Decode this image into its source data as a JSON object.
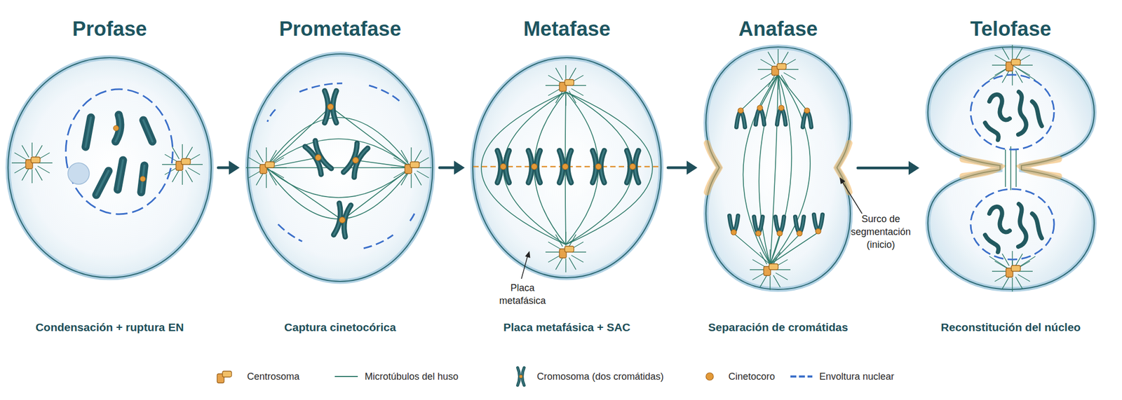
{
  "diagram": {
    "nodes": [
      {
        "text": [
          "Profase",
          "Condensación + ruptura EN"
        ]
      },
      {
        "text": [
          "Prometafase",
          "Captura cinetocórica"
        ]
      },
      {
        "text": [
          "Metafase",
          "Placa metafásica + SAC"
        ]
      },
      {
        "text": [
          "Anafase",
          "Separación de cromátidas"
        ]
      },
      {
        "text": [
          "Telofase",
          "Reconstitución del núcleo"
        ]
      }
    ],
    "edges": [
      {
        "from": 0,
        "to": 1,
        "arrow": "to"
      },
      {
        "from": 1,
        "to": 2,
        "arrow": "to"
      },
      {
        "from": 2,
        "to": 3,
        "arrow": "to"
      },
      {
        "from": 3,
        "to": 4,
        "arrow": "to"
      }
    ],
    "labels": [
      "Placa metafásica",
      "Surco de segmentación (inicio)"
    ],
    "legend": [
      {
        "text": "Centrosoma"
      },
      {
        "text": "Microtúbulos del huso"
      },
      {
        "text": "Cromosoma (dos cromátidas)"
      },
      {
        "text": "Cinetocoro"
      },
      {
        "text": "Envoltura nuclear"
      }
    ]
  }
}
